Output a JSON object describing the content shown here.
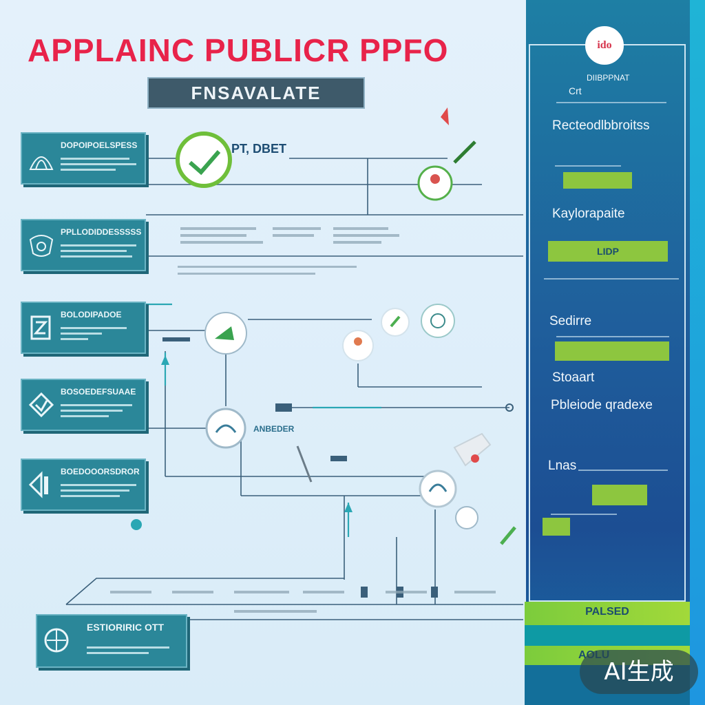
{
  "header": {
    "title": "APPLAINC PUBLICR PPFO",
    "subtitle": "FNSAVALATE"
  },
  "diagram": {
    "pt_label": "PT, DBET",
    "mid_label": "ANBEDER",
    "cards": [
      {
        "id": "card-1",
        "text": "DOPOIPOELSPESS",
        "icon": "shell-icon"
      },
      {
        "id": "card-2",
        "text": "PPLLODIDDESSSSS",
        "icon": "mask-icon"
      },
      {
        "id": "card-3",
        "text": "BOLODIPADOE",
        "icon": "document-icon"
      },
      {
        "id": "card-4",
        "text": "BOSOEDEFSUAAE",
        "icon": "package-icon"
      },
      {
        "id": "card-5",
        "text": "BOEDOOORSDROR",
        "icon": "bottle-icon"
      },
      {
        "id": "card-6",
        "text": "ESTIORIRIC OTT",
        "icon": "globe-icon"
      }
    ]
  },
  "side_panel": {
    "logo_text": "ido",
    "heading_small": "DIIBPPNAT",
    "subheading": "Crt",
    "sections": [
      {
        "label": "Recteodlbbroitss"
      },
      {
        "label": "Kaylorapaite"
      },
      {
        "label": "Sedirre"
      },
      {
        "label": "Stoaart"
      },
      {
        "label": "Pbleiode qradexe"
      },
      {
        "label": "Lnas"
      }
    ],
    "button_ldp": "LIDP",
    "bottom_band": "PALSED",
    "bottom_band_2": "AOLU"
  },
  "watermark": "AI生成",
  "colors": {
    "title": "#e8234a",
    "card": "#2b8799",
    "panel": "#1f5f9c",
    "accent_green": "#8dc63f",
    "line": "#3a5f7a"
  }
}
